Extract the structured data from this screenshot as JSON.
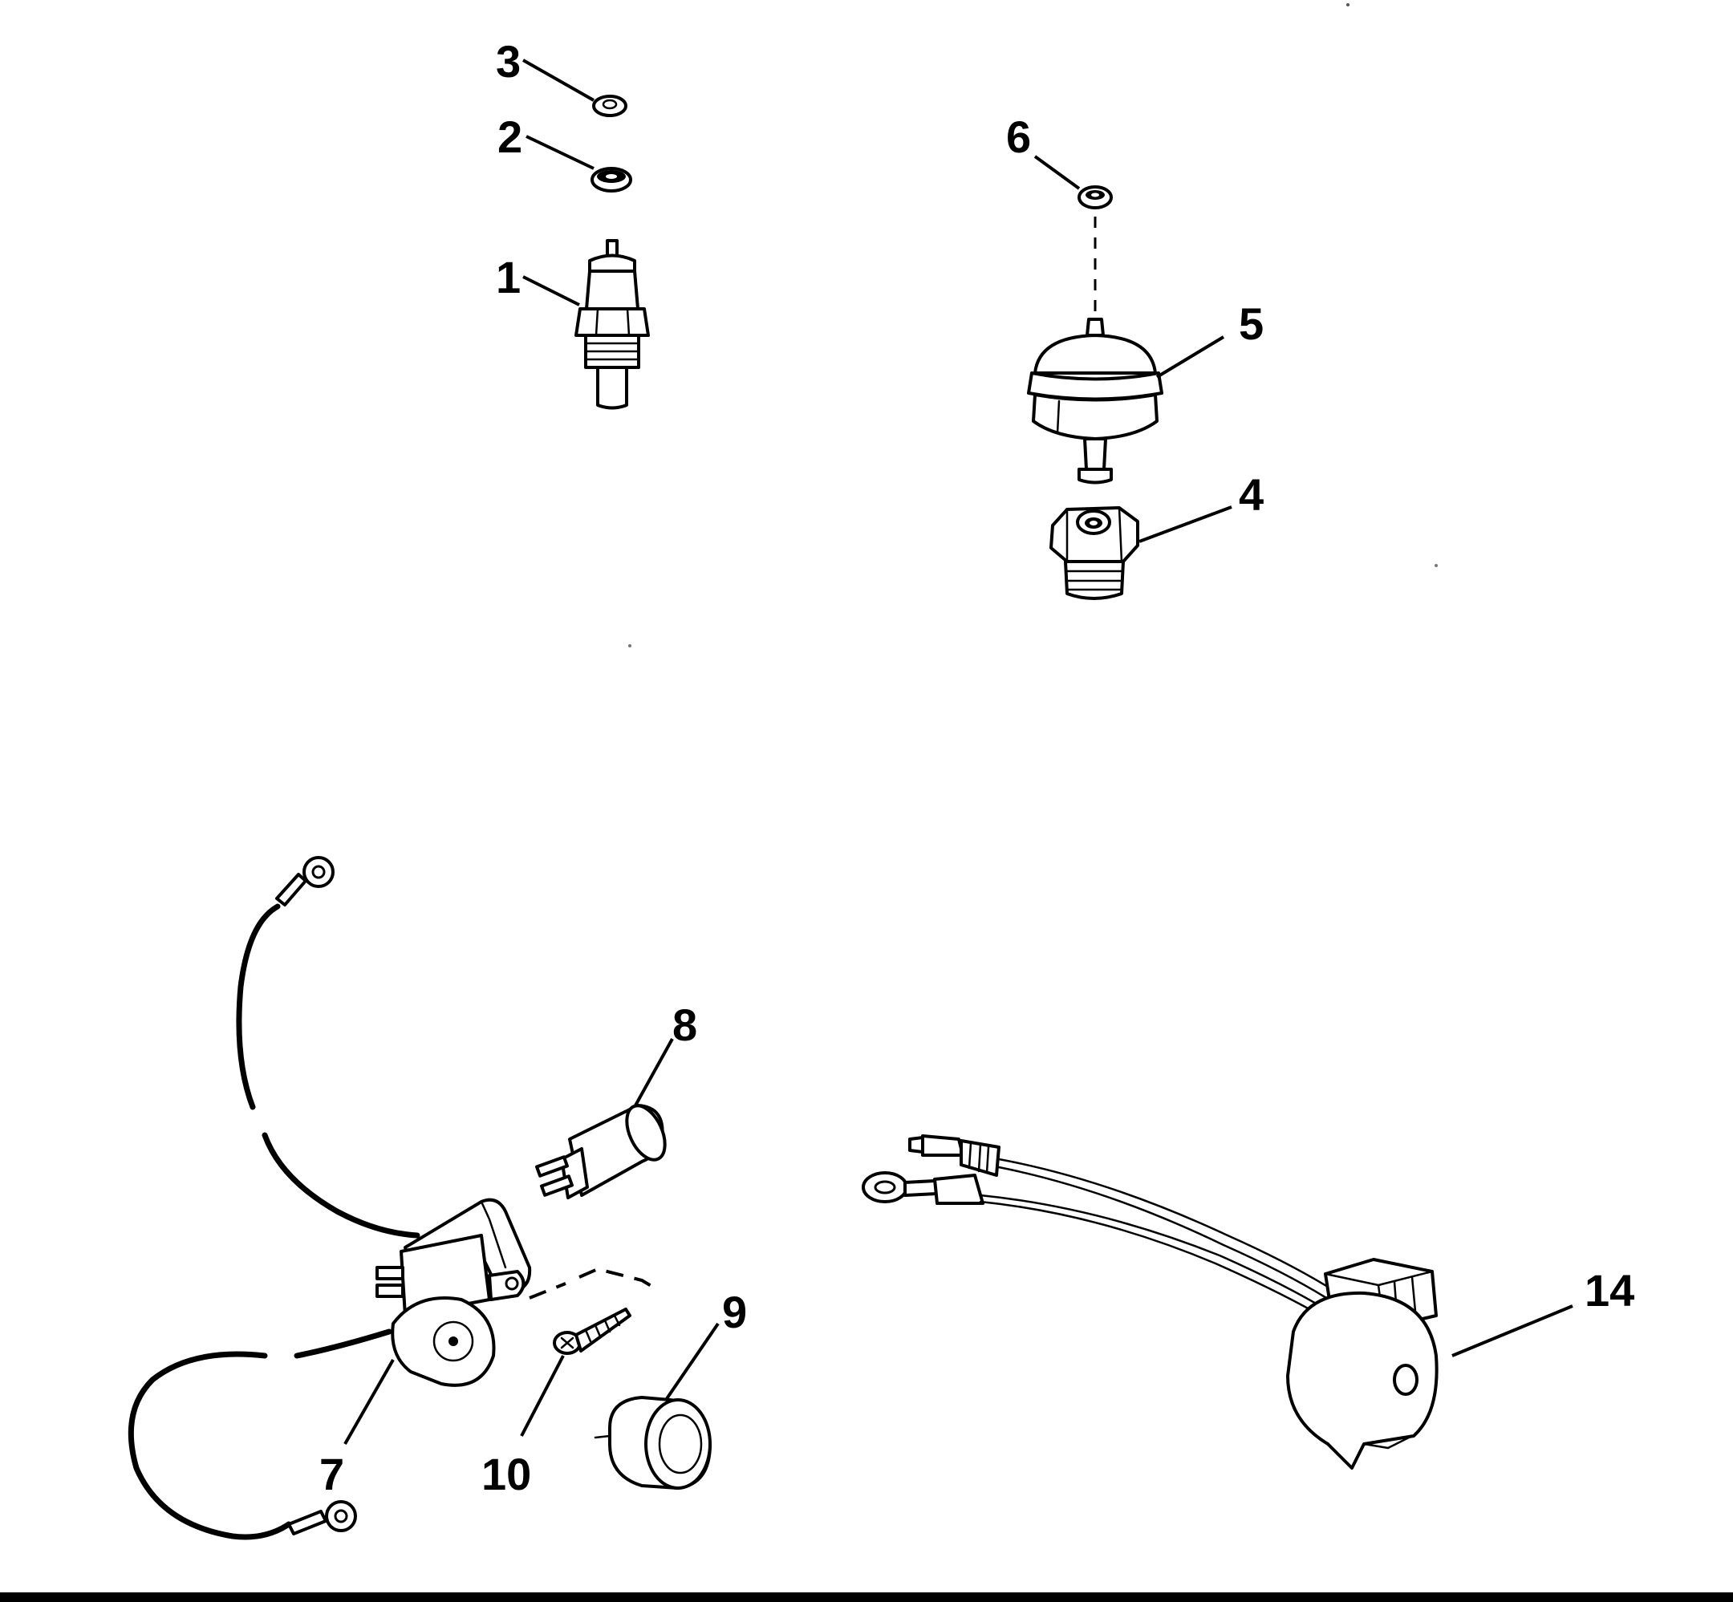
{
  "callouts": {
    "c1": "1",
    "c2": "2",
    "c3": "3",
    "c4": "4",
    "c5": "5",
    "c6": "6",
    "c7": "7",
    "c8": "8",
    "c9": "9",
    "c10": "10",
    "c14": "14"
  },
  "colors": {
    "ink": "#000000",
    "paper": "#ffffff"
  }
}
